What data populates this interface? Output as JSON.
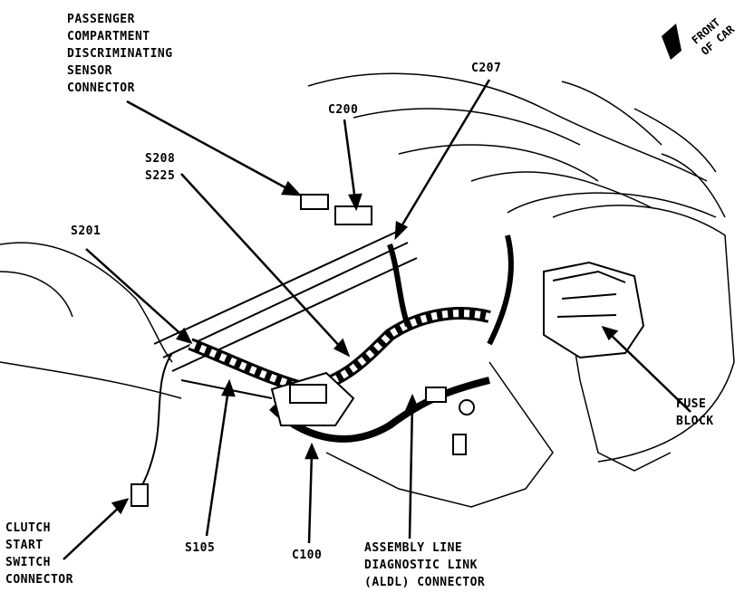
{
  "labels": {
    "passenger_sensor": [
      "PASSENGER",
      "COMPARTMENT",
      "DISCRIMINATING",
      "SENSOR",
      "CONNECTOR"
    ],
    "c207": "C207",
    "c200": "C200",
    "s208": "S208",
    "s225": "S225",
    "s201": "S201",
    "fuse_block": [
      "FUSE",
      "BLOCK"
    ],
    "clutch": [
      "CLUTCH",
      "START",
      "SWITCH",
      "CONNECTOR"
    ],
    "s105": "S105",
    "c100": "C100",
    "aldl": [
      "ASSEMBLY LINE",
      "DIAGNOSTIC LINK",
      "(ALDL) CONNECTOR"
    ],
    "front_of_car": [
      "FRONT",
      "OF CAR"
    ]
  }
}
